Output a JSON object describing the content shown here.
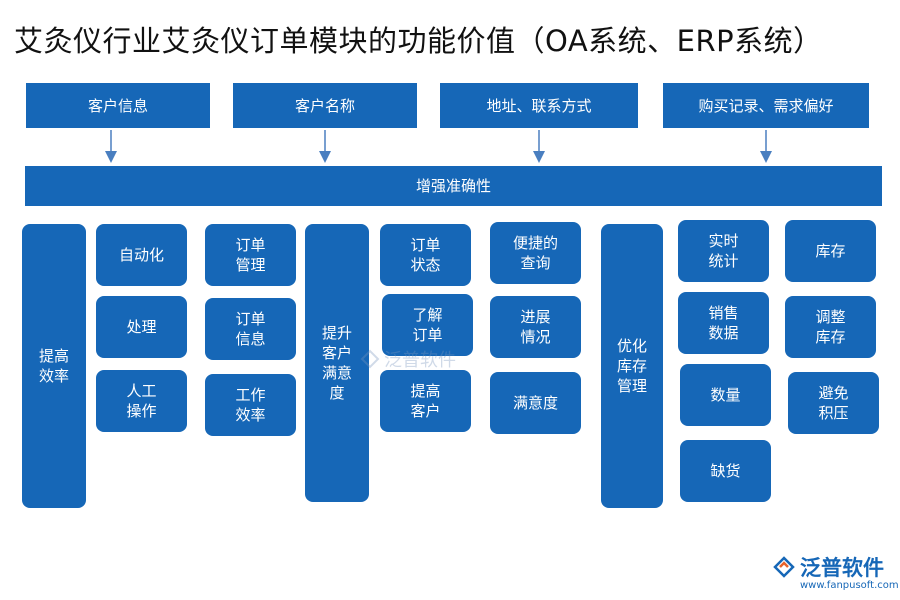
{
  "title": "艾灸仪行业艾灸仪订单模块的功能价值（OA系统、ERP系统）",
  "top_boxes": [
    "客户信息",
    "客户名称",
    "地址、联系方式",
    "购买记录、需求偏好"
  ],
  "bar_label": "增强准确性",
  "tall_labels": [
    "提高\n效率",
    "提升\n客户\n满意\n度",
    "优化\n库存\n管理"
  ],
  "cards": {
    "col1": [
      "自动化",
      "处理",
      "人工\n操作"
    ],
    "col2": [
      "订单\n管理",
      "订单\n信息",
      "工作\n效率"
    ],
    "col3": [
      "订单\n状态",
      "了解\n订单",
      "提高\n客户"
    ],
    "col4": [
      "便捷的\n查询",
      "进展\n情况",
      "满意度"
    ],
    "col5": [
      "实时\n统计",
      "销售\n数据",
      "数量",
      "缺货"
    ],
    "col6": [
      "库存",
      "调整\n库存",
      "避免\n积压"
    ]
  },
  "watermark": "泛普软件",
  "logo": {
    "name": "泛普软件",
    "url": "www.fanpusoft.com"
  },
  "colors": {
    "primary": "#1667b7",
    "arrow": "#4a7fc0"
  }
}
